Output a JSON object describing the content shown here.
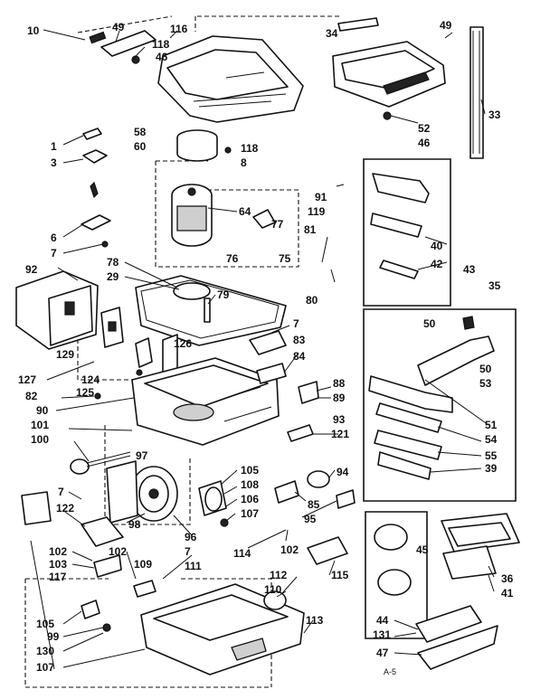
{
  "diagram": {
    "callouts": [
      {
        "id": "c10",
        "text": "10"
      },
      {
        "id": "c49a",
        "text": "49"
      },
      {
        "id": "c116",
        "text": "116"
      },
      {
        "id": "c118a",
        "text": "118"
      },
      {
        "id": "c46a",
        "text": "46"
      },
      {
        "id": "c34",
        "text": "34"
      },
      {
        "id": "c49b",
        "text": "49"
      },
      {
        "id": "c33",
        "text": "33"
      },
      {
        "id": "c52",
        "text": "52"
      },
      {
        "id": "c46b",
        "text": "46"
      },
      {
        "id": "c58",
        "text": "58"
      },
      {
        "id": "c60",
        "text": "60"
      },
      {
        "id": "c118b",
        "text": "118"
      },
      {
        "id": "c8",
        "text": "8"
      },
      {
        "id": "c1",
        "text": "1"
      },
      {
        "id": "c3",
        "text": "3"
      },
      {
        "id": "c64",
        "text": "64"
      },
      {
        "id": "c77",
        "text": "77"
      },
      {
        "id": "c76",
        "text": "76"
      },
      {
        "id": "c75",
        "text": "75"
      },
      {
        "id": "c91",
        "text": "91"
      },
      {
        "id": "c119",
        "text": "119"
      },
      {
        "id": "c81",
        "text": "81"
      },
      {
        "id": "c80",
        "text": "80"
      },
      {
        "id": "c40",
        "text": "40"
      },
      {
        "id": "c42",
        "text": "42"
      },
      {
        "id": "c43",
        "text": "43"
      },
      {
        "id": "c6",
        "text": "6"
      },
      {
        "id": "c7a",
        "text": "7"
      },
      {
        "id": "c92",
        "text": "92"
      },
      {
        "id": "c78",
        "text": "78"
      },
      {
        "id": "c29",
        "text": "29"
      },
      {
        "id": "c79",
        "text": "79"
      },
      {
        "id": "c35",
        "text": "35"
      },
      {
        "id": "c7b",
        "text": "7"
      },
      {
        "id": "c83",
        "text": "83"
      },
      {
        "id": "c84",
        "text": "84"
      },
      {
        "id": "c50a",
        "text": "50"
      },
      {
        "id": "c129",
        "text": "129"
      },
      {
        "id": "c126",
        "text": "126"
      },
      {
        "id": "c127",
        "text": "127"
      },
      {
        "id": "c124",
        "text": "124"
      },
      {
        "id": "c125",
        "text": "125"
      },
      {
        "id": "c82",
        "text": "82"
      },
      {
        "id": "c88",
        "text": "88"
      },
      {
        "id": "c89",
        "text": "89"
      },
      {
        "id": "c50b",
        "text": "50"
      },
      {
        "id": "c53",
        "text": "53"
      },
      {
        "id": "c90",
        "text": "90"
      },
      {
        "id": "c101",
        "text": "101"
      },
      {
        "id": "c100",
        "text": "100"
      },
      {
        "id": "c93",
        "text": "93"
      },
      {
        "id": "c121",
        "text": "121"
      },
      {
        "id": "c51",
        "text": "51"
      },
      {
        "id": "c54",
        "text": "54"
      },
      {
        "id": "c97",
        "text": "97"
      },
      {
        "id": "c55",
        "text": "55"
      },
      {
        "id": "c39",
        "text": "39"
      },
      {
        "id": "c105a",
        "text": "105"
      },
      {
        "id": "c94",
        "text": "94"
      },
      {
        "id": "c108",
        "text": "108"
      },
      {
        "id": "c7c",
        "text": "7"
      },
      {
        "id": "c106",
        "text": "106"
      },
      {
        "id": "c85",
        "text": "85"
      },
      {
        "id": "c122",
        "text": "122"
      },
      {
        "id": "c107a",
        "text": "107"
      },
      {
        "id": "c95",
        "text": "95"
      },
      {
        "id": "c98",
        "text": "98"
      },
      {
        "id": "c96",
        "text": "96"
      },
      {
        "id": "c114",
        "text": "114"
      },
      {
        "id": "c102a",
        "text": "102"
      },
      {
        "id": "c102b",
        "text": "102"
      },
      {
        "id": "c102c",
        "text": "102"
      },
      {
        "id": "c7d",
        "text": "7"
      },
      {
        "id": "c45",
        "text": "45"
      },
      {
        "id": "c103",
        "text": "103"
      },
      {
        "id": "c109",
        "text": "109"
      },
      {
        "id": "c111",
        "text": "111"
      },
      {
        "id": "c115",
        "text": "115"
      },
      {
        "id": "c117",
        "text": "117"
      },
      {
        "id": "c36",
        "text": "36"
      },
      {
        "id": "c112",
        "text": "112"
      },
      {
        "id": "c41",
        "text": "41"
      },
      {
        "id": "c110",
        "text": "110"
      },
      {
        "id": "c105b",
        "text": "105"
      },
      {
        "id": "c113",
        "text": "113"
      },
      {
        "id": "c44",
        "text": "44"
      },
      {
        "id": "c99",
        "text": "99"
      },
      {
        "id": "c131",
        "text": "131"
      },
      {
        "id": "c130",
        "text": "130"
      },
      {
        "id": "c107b",
        "text": "107"
      },
      {
        "id": "c47",
        "text": "47"
      }
    ],
    "drawing_code": "A-5"
  }
}
